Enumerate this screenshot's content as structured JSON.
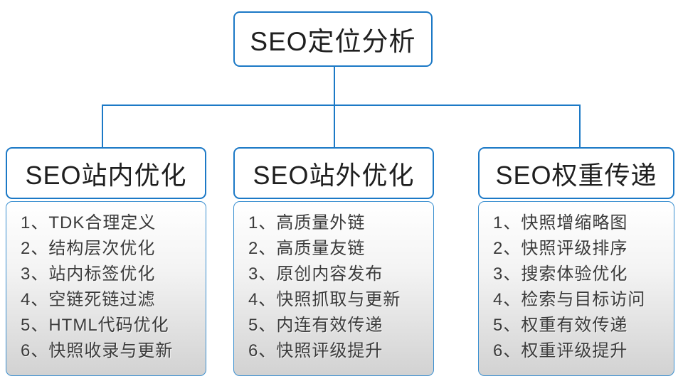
{
  "diagram": {
    "accent_color": "#1c79c6",
    "list_bottom_color": "#d2d2d2",
    "root": {
      "label": "SEO定位分析"
    },
    "columns": [
      {
        "title": "SEO站内优化",
        "items": [
          "1、TDK合理定义",
          "2、结构层次优化",
          "3、站内标签优化",
          "4、空链死链过滤",
          "5、HTML代码优化",
          "6、快照收录与更新"
        ]
      },
      {
        "title": "SEO站外优化",
        "items": [
          "1、高质量外链",
          "2、高质量友链",
          "3、原创内容发布",
          "4、快照抓取与更新",
          "5、内连有效传递",
          "6、快照评级提升"
        ]
      },
      {
        "title": "SEO权重传递",
        "items": [
          "1、快照增缩略图",
          "2、快照评级排序",
          "3、搜索体验优化",
          "4、检索与目标访问",
          "5、权重有效传递",
          "6、权重评级提升"
        ]
      }
    ]
  }
}
